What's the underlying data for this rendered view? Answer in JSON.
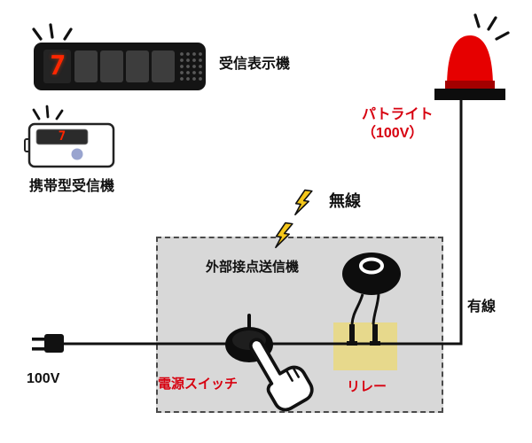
{
  "labels": {
    "receiver_display": "受信表示機",
    "portable_receiver": "携帯型受信機",
    "patlite_line1": "パトライト",
    "patlite_line2": "（100V）",
    "wireless": "無線",
    "wired": "有線",
    "transmitter": "外部接点送信機",
    "power_switch": "電源スイッチ",
    "relay": "リレー",
    "voltage": "100V"
  },
  "displays": {
    "receiver_digit": "7",
    "portable_digit": "7"
  },
  "colors": {
    "label_red": "#d7000f",
    "beacon_red": "#e60000",
    "relay_yellow": "#e7d98c",
    "enclosure_gray": "#d8d8d8",
    "digit_red": "#ff2600",
    "wire_black": "#111111",
    "bolt_yellow": "#f5c71a"
  }
}
